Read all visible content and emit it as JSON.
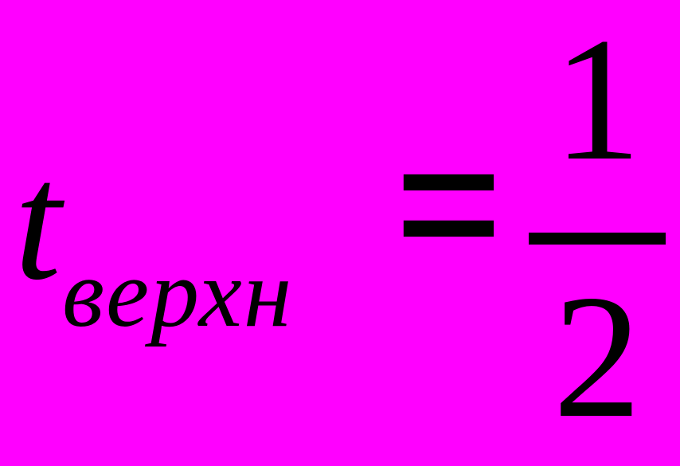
{
  "formula": {
    "variable": "t",
    "subscript": "верхн",
    "equals": "=",
    "fraction": {
      "numerator": "1",
      "denominator": "2"
    }
  },
  "colors": {
    "background": "#ff00ff",
    "text": "#000000"
  }
}
